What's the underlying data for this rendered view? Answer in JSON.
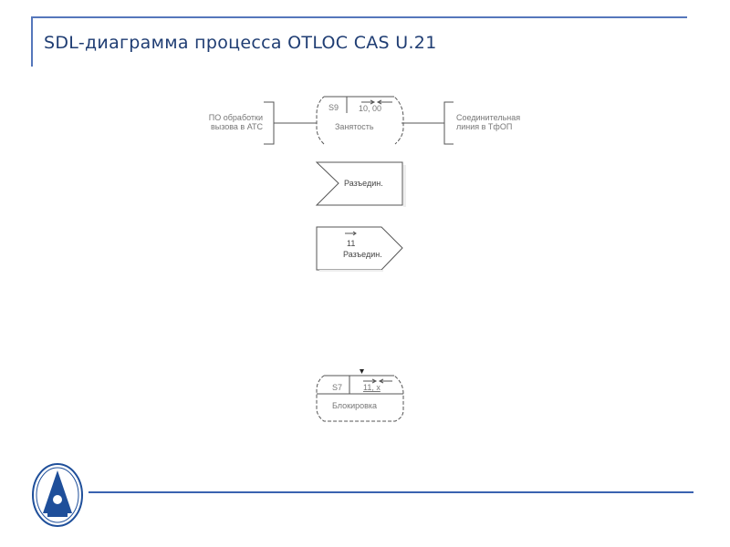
{
  "header": {
    "title": "SDL-диаграмма процесса OTLOC CAS U.21"
  },
  "diagram": {
    "left_entity": {
      "line1": "ПО обработки",
      "line2": "вызова в АТС"
    },
    "right_entity": {
      "line1": "Соединительная",
      "line2": "линия в ТфОП"
    },
    "state_top": {
      "id": "S9",
      "signals": "10, 00",
      "name": "Занятость"
    },
    "input_signal": {
      "label": "Разъедин."
    },
    "output_signal": {
      "number": "11",
      "label": "Разъедин."
    },
    "state_bottom": {
      "id": "S7",
      "signals": "11, x",
      "name": "Блокировка"
    }
  },
  "colors": {
    "accent": "#3a63b0",
    "logo": "#1f4f9a"
  }
}
